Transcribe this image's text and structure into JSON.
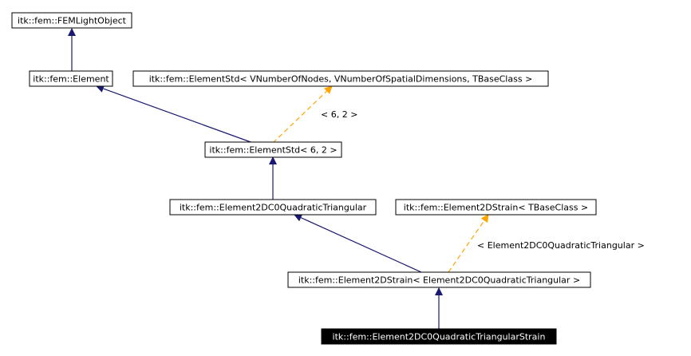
{
  "nodes": {
    "fem_light_object": "itk::fem::FEMLightObject",
    "element": "itk::fem::Element",
    "element_std_template": "itk::fem::ElementStd< VNumberOfNodes, VNumberOfSpatialDimensions, TBaseClass >",
    "element_std_6_2": "itk::fem::ElementStd< 6, 2 >",
    "element2dc0_quadratic_triangular": "itk::fem::Element2DC0QuadraticTriangular",
    "element2dstrain_template": "itk::fem::Element2DStrain< TBaseClass >",
    "element2dstrain_instance": "itk::fem::Element2DStrain< Element2DC0QuadraticTriangular >",
    "element2dc0_quadratic_triangular_strain": "itk::fem::Element2DC0QuadraticTriangularStrain"
  },
  "edge_labels": {
    "element_std_params": "< 6, 2 >",
    "element2dstrain_params": "< Element2DC0QuadraticTriangular >"
  },
  "colors": {
    "inheritance_edge": "#191970",
    "template_edge": "#ffa500",
    "highlight_fill": "#000000",
    "highlight_text": "#ffffff"
  }
}
